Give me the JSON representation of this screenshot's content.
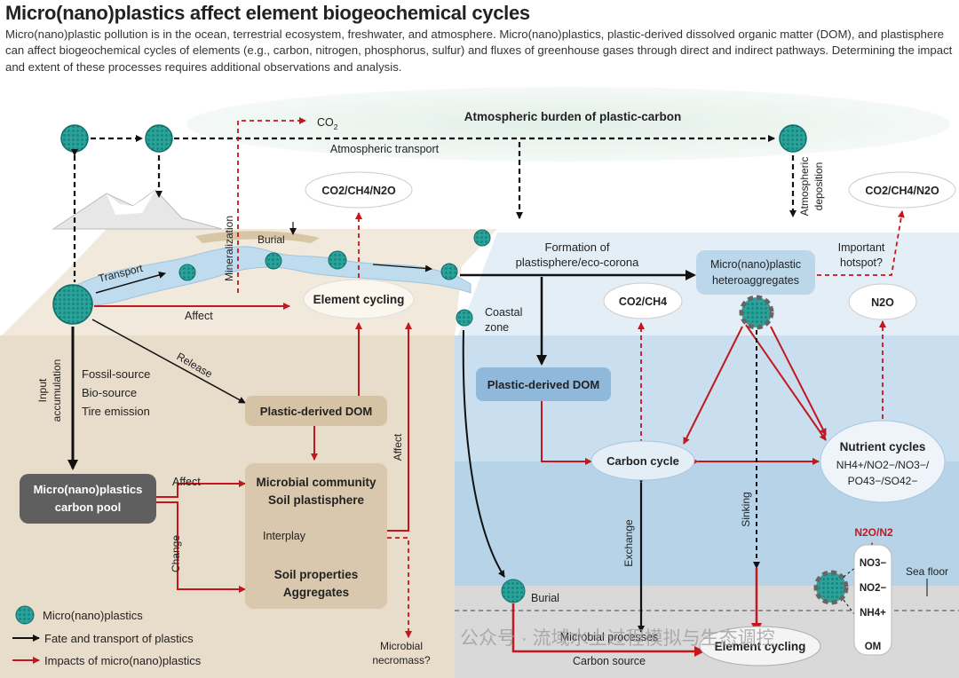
{
  "header": {
    "title": "Micro(nano)plastics affect element biogeochemical cycles",
    "subtitle": "Micro(nano)plastic pollution is in the ocean, terrestrial ecosystem, freshwater, and atmosphere. Micro(nano)plastics, plastic-derived dissolved organic matter (DOM), and plastisphere can affect biogeochemical cycles of elements (e.g., carbon, nitrogen, phosphorus, sulfur) and fluxes of greenhouse gases through direct and indirect pathways. Determining the impact and extent of these processes requires additional observations and analysis."
  },
  "atmosphere": {
    "burden": "Atmospheric burden of plastic-carbon",
    "transport": "Atmospheric transport",
    "co2_gas": "CO",
    "co2_sub": "2",
    "deposition_1": "Atmospheric",
    "deposition_2": "deposition"
  },
  "land": {
    "mineralization": "Mineralization",
    "burial": "Burial",
    "transport": "Transport",
    "affect": "Affect",
    "release": "Release",
    "input_1": "Input",
    "input_2": "accumulation",
    "sources": [
      "Fossil-source",
      "Bio-source",
      "Tire emission"
    ],
    "carbon_pool_1": "Micro(nano)plastics",
    "carbon_pool_2": "carbon pool",
    "affect_pool": "Affect",
    "change": "Change",
    "dom": "Plastic-derived DOM",
    "microbial_1": "Microbial community",
    "microbial_2": "Soil plastisphere",
    "interplay": "Interplay",
    "soil_1": "Soil properties",
    "soil_2": "Aggregates",
    "affect_vertical": "Affect",
    "necromass_1": "Microbial",
    "necromass_2": "necromass?"
  },
  "gases": {
    "land_ghg": "CO2/CH4/N2O",
    "ocean_ghg": "CO2/CH4/N2O",
    "co2_ch4": "CO2/CH4",
    "n2o": "N2O"
  },
  "cycling": {
    "element_top": "Element cycling",
    "element_bottom": "Element cycling"
  },
  "ocean": {
    "formation_1": "Formation of",
    "formation_2": "plastisphere/eco-corona",
    "hetero_1": "Micro(nano)plastic",
    "hetero_2": "heteroaggregates",
    "hotspot_1": "Important",
    "hotspot_2": "hotspot?",
    "coastal_1": "Coastal",
    "coastal_2": "zone",
    "dom": "Plastic-derived DOM",
    "carbon_cycle": "Carbon cycle",
    "nutrient_title": "Nutrient cycles",
    "nutrient_1": "NH4+/NO2−/NO3−/",
    "nutrient_2": "PO43−/SO42−",
    "exchange": "Exchange",
    "sinking": "Sinking",
    "n2o_n2": "N2O/N2",
    "no3": "NO3−",
    "no2": "NO2−",
    "nh4": "NH4+",
    "om": "OM",
    "sea_floor": "Sea floor",
    "burial": "Burial",
    "microbial_processes": "Microbial processes",
    "carbon_source": "Carbon source"
  },
  "legend": {
    "particles": "Micro(nano)plastics",
    "fate": "Fate and transport of plastics",
    "impacts": "Impacts of micro(nano)plastics"
  },
  "watermark": "公众号 · 流域水土过程模拟与生态调控",
  "colors": {
    "red": "#c4161c",
    "ocean": "#cfe3f1",
    "deep_ocean": "#b9d6ea",
    "land": "#eadfcf",
    "box_tan": "#dccdb7",
    "box_dark": "#5f5f5f",
    "box_blue": "#a9cbe6",
    "sediment": "#d7d7d7",
    "particle": "#2aa39a"
  }
}
